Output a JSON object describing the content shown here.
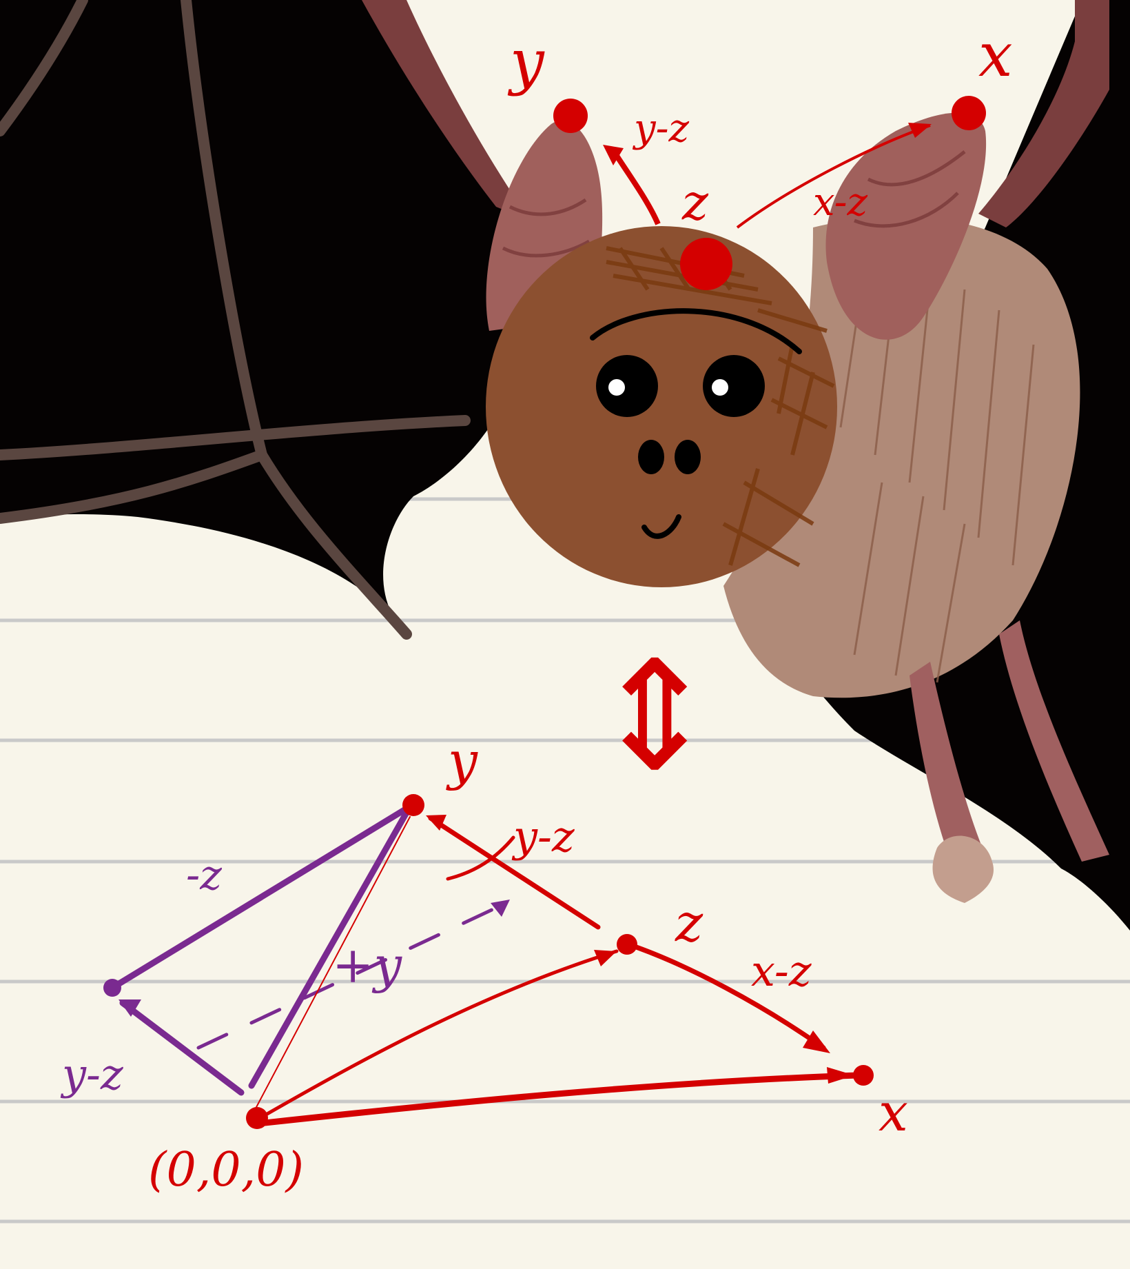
{
  "bat": {
    "ear_labels": {
      "left_ear": "y",
      "right_ear": "x",
      "head": "z"
    },
    "vector_labels": {
      "y_minus_z": "y-z",
      "x_minus_z": "x-z"
    }
  },
  "correspondence": {
    "symbol": "⇕"
  },
  "diagram": {
    "points": {
      "y": "y",
      "z": "z",
      "x": "x",
      "origin": "(0,0,0)"
    },
    "edge_labels": {
      "y_minus_z": "y-z",
      "x_minus_z": "x-z",
      "neg_z": "-z",
      "plus_y": "+y",
      "y_minus_z_from_origin": "y-z"
    }
  },
  "colors": {
    "paper": "#f8f5ea",
    "rule_line": "#c9c9c9",
    "wing": "#050202",
    "wing_bone": "#5a4640",
    "wing_edge": "#7a3e3e",
    "ear": "#a0605c",
    "head": "#8c5030",
    "body_fur": "#b08a78",
    "hatching": "#7a3a10",
    "red": "#d40000",
    "purple": "#7a2a90"
  }
}
